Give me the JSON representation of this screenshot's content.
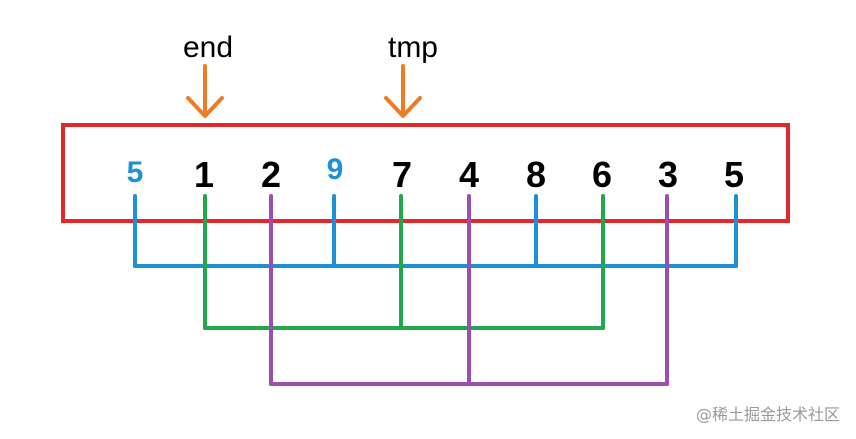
{
  "pointers": [
    {
      "label": "end",
      "arrow_color": "#ee7b25"
    },
    {
      "label": "tmp",
      "arrow_color": "#ee7b25"
    }
  ],
  "box_color": "#e02a2a",
  "array": [
    {
      "value": "5",
      "color": "#1e90d8"
    },
    {
      "value": "1",
      "color": "#000000"
    },
    {
      "value": "2",
      "color": "#000000"
    },
    {
      "value": "9",
      "color": "#1e90d8"
    },
    {
      "value": "7",
      "color": "#000000"
    },
    {
      "value": "4",
      "color": "#000000"
    },
    {
      "value": "8",
      "color": "#000000"
    },
    {
      "value": "6",
      "color": "#000000"
    },
    {
      "value": "3",
      "color": "#000000"
    },
    {
      "value": "5",
      "color": "#000000"
    }
  ],
  "groups": [
    {
      "color": "#1e90d8",
      "members": [
        0,
        3,
        6,
        9
      ]
    },
    {
      "color": "#20a84a",
      "members": [
        1,
        4,
        7
      ]
    },
    {
      "color": "#9b4fb0",
      "members": [
        2,
        5,
        8
      ]
    }
  ],
  "watermark": "@稀土掘金技术社区"
}
